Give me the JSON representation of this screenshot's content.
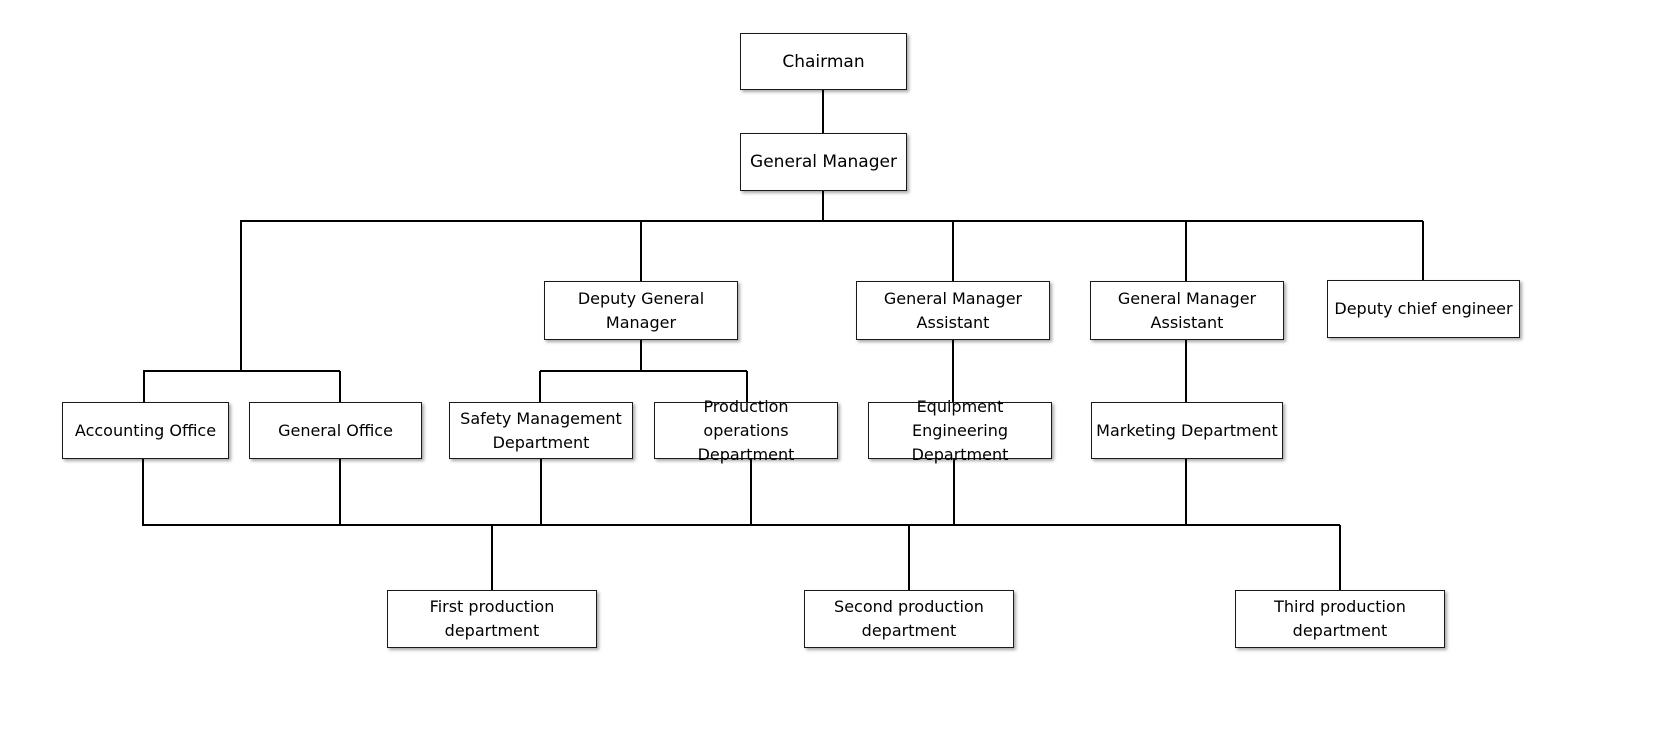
{
  "org_chart": {
    "colors": {
      "line": "#000000",
      "box_border": "#1a1a1a",
      "box_fill": "#ffffff",
      "text": "#000000"
    },
    "nodes": {
      "chairman": "Chairman",
      "general_manager": "General Manager",
      "deputy_general_manager": "Deputy General\nManager",
      "gm_assistant_1": "General Manager\nAssistant",
      "gm_assistant_2": "General Manager\nAssistant",
      "deputy_chief_engineer": "Deputy chief engineer",
      "accounting_office": "Accounting Office",
      "general_office": "General Office",
      "safety_management_department": "Safety Management\nDepartment",
      "production_operations_department": "Production operations\nDepartment",
      "equipment_engineering_department": "Equipment Engineering\nDepartment",
      "marketing_department": "Marketing Department",
      "first_production_department": "First production\ndepartment",
      "second_production_department": "Second production\ndepartment",
      "third_production_department": "Third production\ndepartment"
    }
  }
}
